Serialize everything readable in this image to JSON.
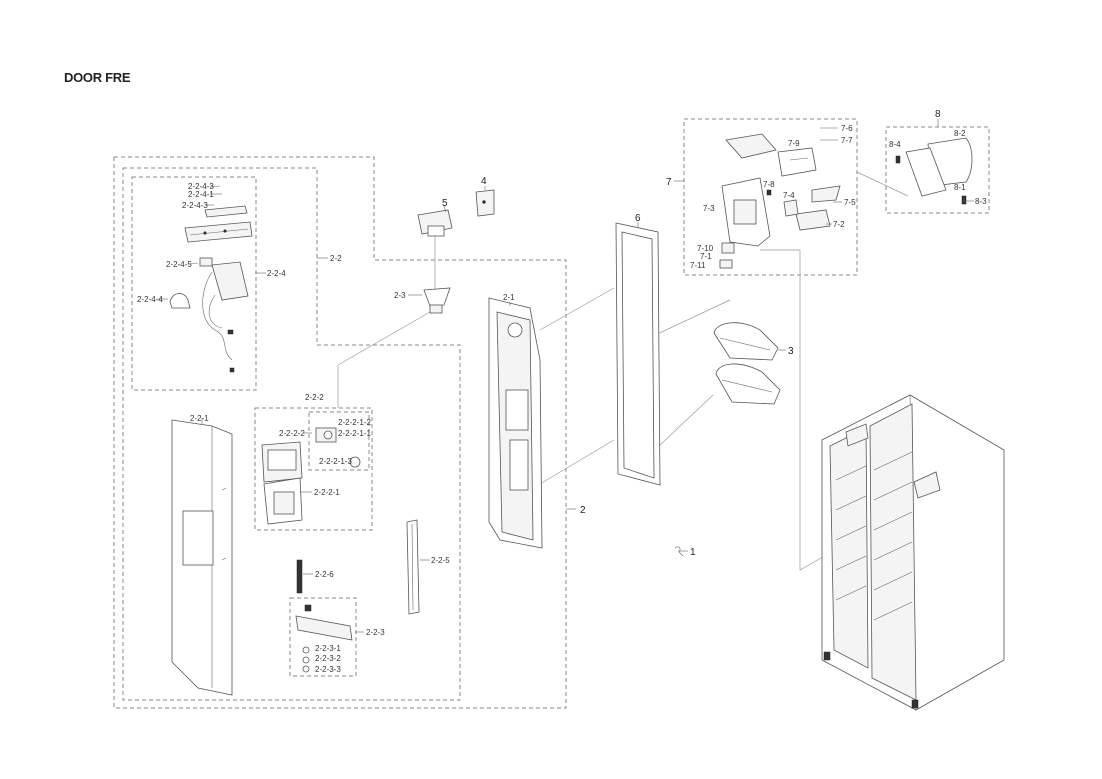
{
  "title": "DOOR FRE",
  "labels": {
    "l_2_2_4_3a": "2-2-4-3",
    "l_2_2_4_1": "2-2-4-1",
    "l_2_2_4_3b": "2-2-4-3",
    "l_2_2_4_5": "2-2-4-5",
    "l_2_2_4": "2-2-4",
    "l_2_2_4_4": "2-2-4-4",
    "l_2_2": "2-2",
    "l_2_3": "2-3",
    "l_5": "5",
    "l_4": "4",
    "l_2_1": "2-1",
    "l_6": "6",
    "l_2_2_2": "2-2-2",
    "l_2_2_2_2": "2-2-2-2",
    "l_2_2_2_1_2": "2-2-2-1-2",
    "l_2_2_2_1_1": "2-2-2-1-1",
    "l_2_2_2_1_3": "2-2-2-1-3",
    "l_2_2_2_1": "2-2-2-1",
    "l_2_2_1": "2-2-1",
    "l_2_2_5": "2-2-5",
    "l_2_2_6": "2-2-6",
    "l_2_2_3": "2-2-3",
    "l_2_2_3_1": "2-2-3-1",
    "l_2_2_3_2": "2-2-3-2",
    "l_2_2_3_3": "2-2-3-3",
    "l_2": "2",
    "l_1": "1",
    "l_3": "3",
    "l_7": "7",
    "l_7_6": "7-6",
    "l_7_7": "7-7",
    "l_7_9": "7-9",
    "l_7_8": "7-8",
    "l_7_3": "7-3",
    "l_7_4": "7-4",
    "l_7_5": "7-5",
    "l_7_2": "7-2",
    "l_7_10": "7-10",
    "l_7_1": "7-1",
    "l_7_11": "7-11",
    "l_8": "8",
    "l_8_2": "8-2",
    "l_8_4": "8-4",
    "l_8_1": "8-1",
    "l_8_3": "8-3"
  }
}
